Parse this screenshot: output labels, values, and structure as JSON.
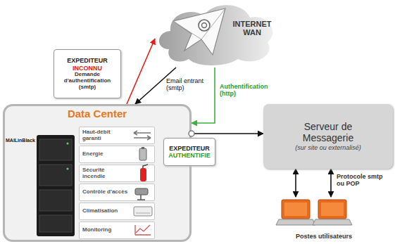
{
  "diagram": {
    "nodes": [
      {
        "text": [
          "INTERNET WAN"
        ]
      },
      {
        "text": [
          "EXPEDITEUR",
          "INCONNU",
          "Demande d'authentification (smtp)"
        ]
      },
      {
        "text": [
          "Data Center"
        ]
      },
      {
        "text": [
          "Haut-débit garanti"
        ],
        "in": 2
      },
      {
        "text": [
          "Energie"
        ],
        "in": 2
      },
      {
        "text": [
          "Sécurité incendie"
        ],
        "in": 2
      },
      {
        "text": [
          "Contrôle d'accès"
        ],
        "in": 2
      },
      {
        "text": [
          "Climatisation"
        ],
        "in": 2
      },
      {
        "text": [
          "Monitoring"
        ],
        "in": 2
      },
      {
        "text": [
          "EXPEDITEUR",
          "AUTHENTIFIE"
        ]
      },
      {
        "text": [
          "Serveur de Messagerie",
          "(sur site ou externalisé)"
        ]
      },
      {
        "text": [
          "Postes utilisateurs"
        ]
      }
    ],
    "edges": [
      {
        "from": 0,
        "to": 2,
        "label": "Email entrant (smtp)",
        "arrow": "to"
      },
      {
        "from": 2,
        "to": 0,
        "arrow": "to"
      },
      {
        "from": 0,
        "to": 2,
        "label": "Authentification (http)",
        "arrow": "to"
      },
      {
        "from": 2,
        "to": 10,
        "arrow": "to"
      },
      {
        "from": 10,
        "to": 11,
        "arrow": "both"
      },
      {
        "from": 10,
        "to": 11,
        "label": "Protocole smtp ou POP",
        "arrow": "both"
      }
    ],
    "labels": [
      "MAILinBlack"
    ]
  }
}
